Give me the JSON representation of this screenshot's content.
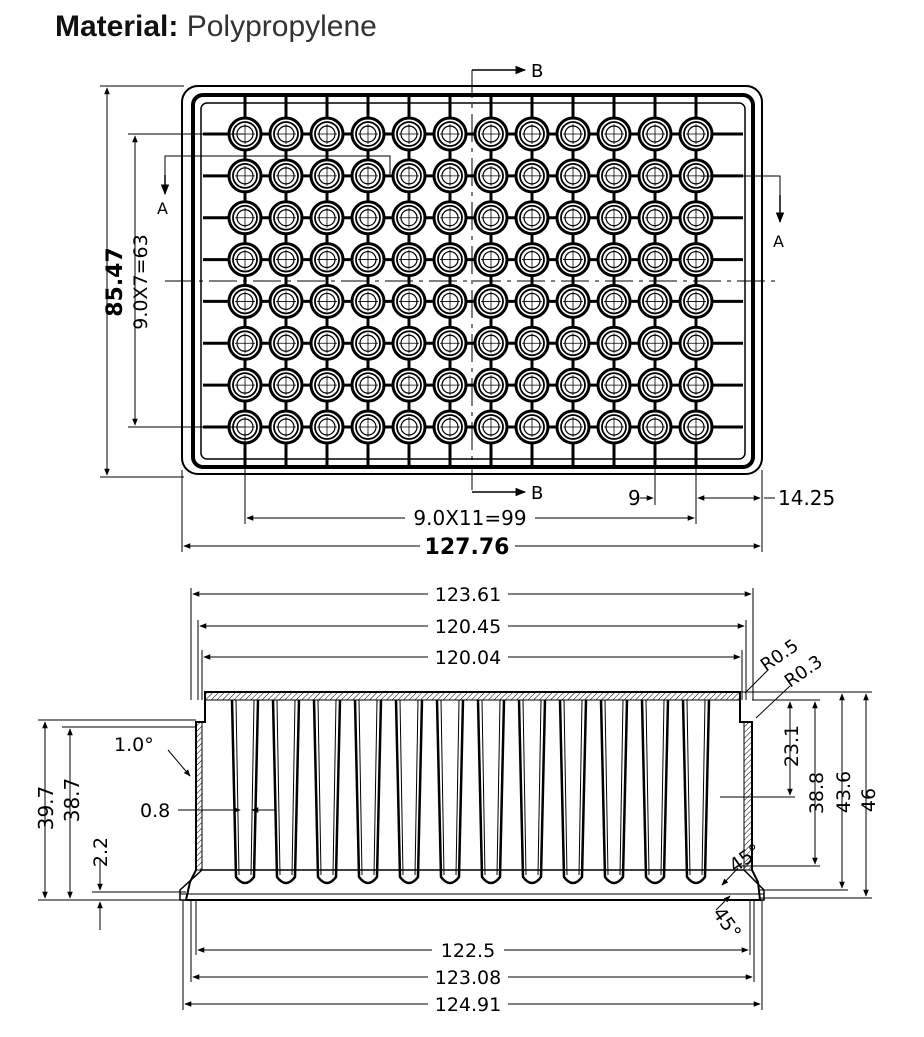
{
  "header": {
    "label": "Material:",
    "value": "Polypropylene"
  },
  "top_view": {
    "dim_height": "85.47",
    "dim_row_pitch": "9.0X7=63",
    "dim_col_pitch": "9.0X11=99",
    "dim_width": "127.76",
    "dim_pitch": "9",
    "dim_offset": "14.25",
    "section_b_top": "B",
    "section_b_bottom": "B",
    "section_a_left": "A",
    "section_a_right": "A",
    "rows": 8,
    "cols": 12
  },
  "side_view": {
    "dim_123_61": "123.61",
    "dim_120_45": "120.45",
    "dim_120_04": "120.04",
    "dim_r05": "R0.5",
    "dim_r03": "R0.3",
    "dim_angle": "1.0°",
    "dim_0_8": "0.8",
    "dim_39_7": "39.7",
    "dim_38_7": "38.7",
    "dim_2_2": "2.2",
    "dim_23_1": "23.1",
    "dim_38_8": "38.8",
    "dim_43_6": "43.6",
    "dim_46": "46",
    "dim_45a": "45°",
    "dim_45b": "45°",
    "dim_122_5": "122.5",
    "dim_123_08": "123.08",
    "dim_124_91": "124.91"
  }
}
